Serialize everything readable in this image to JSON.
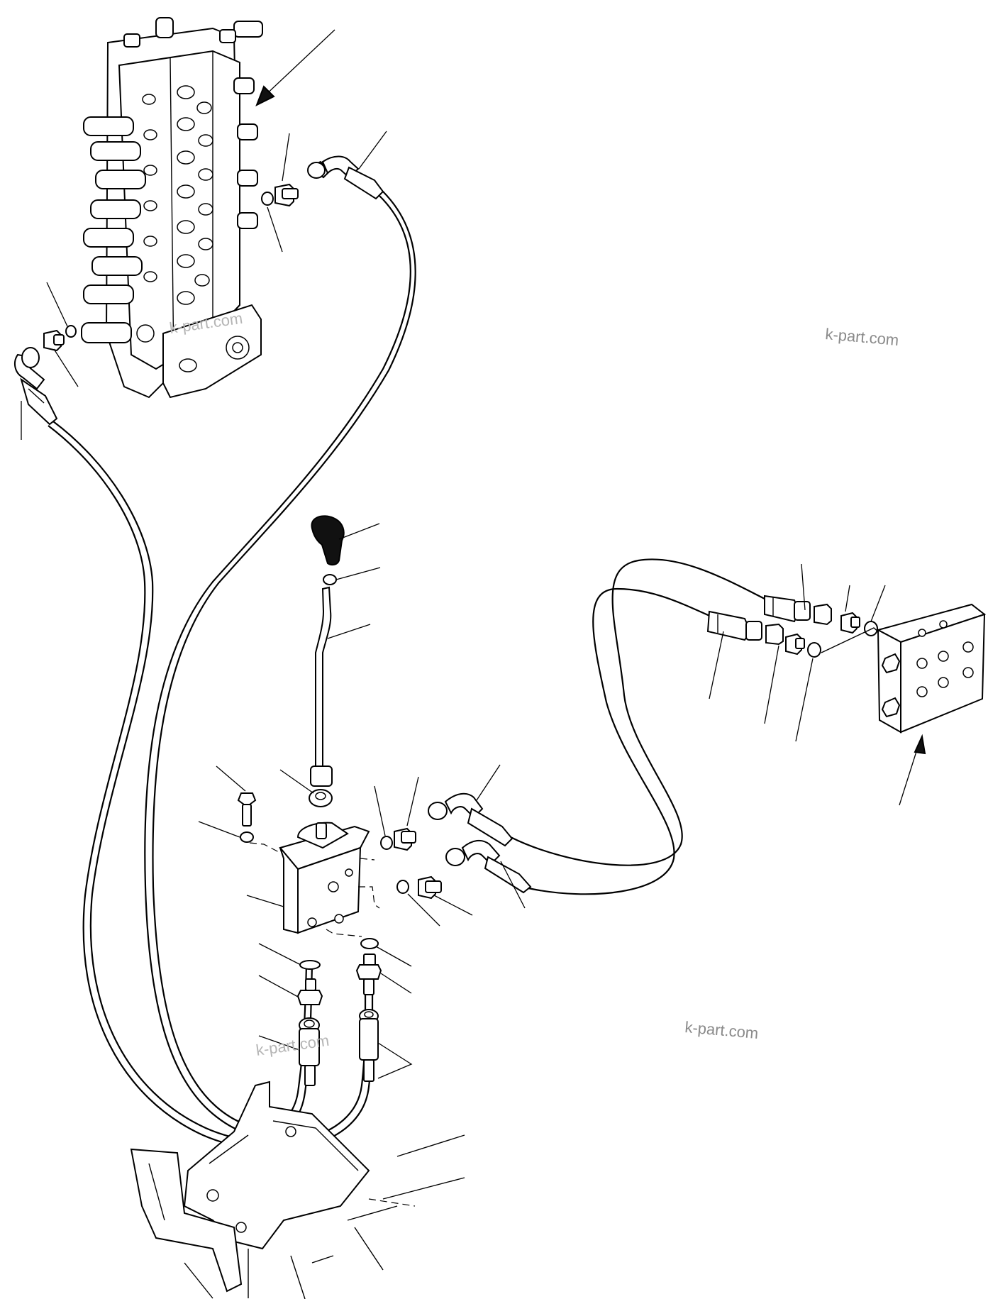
{
  "watermarks": {
    "right_upper": "k-part.com",
    "right_lower": "k-part.com",
    "valve_overlay": "k-part.com",
    "lever_overlay": "k-part.com"
  }
}
